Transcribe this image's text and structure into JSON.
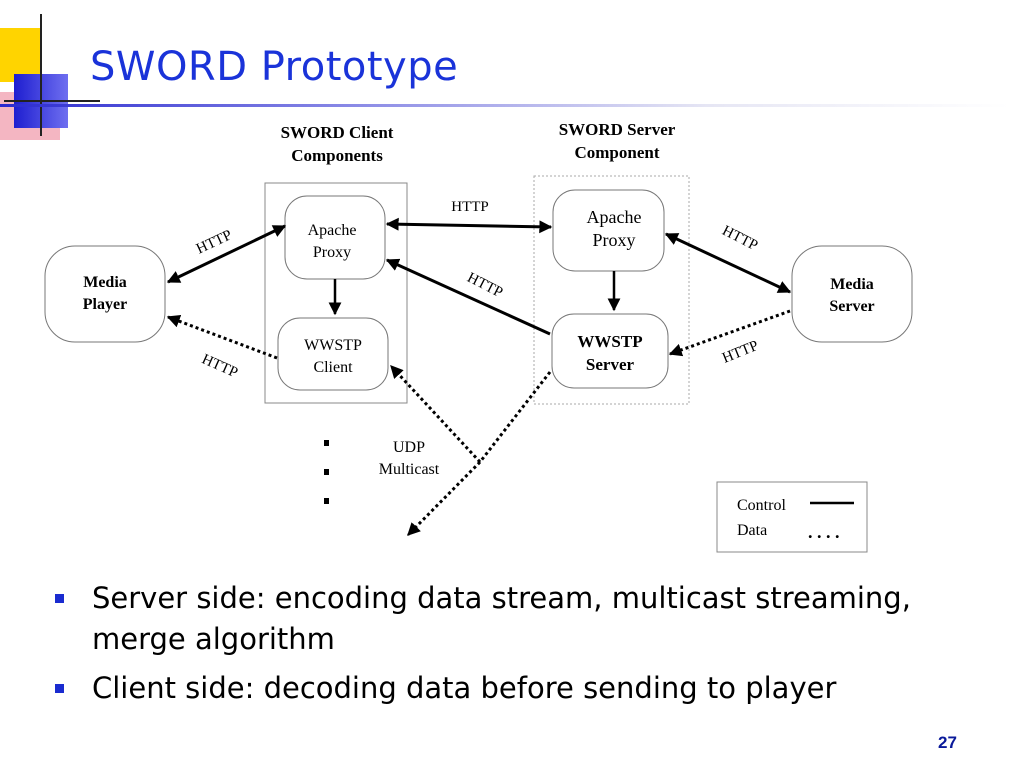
{
  "slide": {
    "title": "SWORD Prototype",
    "page_number": "27"
  },
  "diagram": {
    "client_group_label": [
      "SWORD Client",
      "Components"
    ],
    "server_group_label": [
      "SWORD Server",
      "Component"
    ],
    "nodes": {
      "media_player": [
        "Media",
        "Player"
      ],
      "apache_proxy_client": [
        "Apache",
        "Proxy"
      ],
      "wwstp_client": [
        "WWSTP",
        "Client"
      ],
      "apache_proxy_server": [
        "Apache",
        "Proxy"
      ],
      "wwstp_server": [
        "WWSTP",
        "Server"
      ],
      "media_server": [
        "Media",
        "Server"
      ]
    },
    "edge_labels": {
      "player_proxy": "HTTP",
      "player_wwstp": "HTTP",
      "proxy_proxy": "HTTP",
      "wwstp_server_proxy": "HTTP",
      "proxy_media_server": "HTTP",
      "media_server_wwstp": "HTTP",
      "multicast": [
        "UDP",
        "Multicast"
      ]
    },
    "legend": {
      "control": "Control",
      "data": "Data",
      "data_symbol": ". . . ."
    }
  },
  "bullets": [
    "Server side: encoding data stream, multicast streaming, merge algorithm",
    "Client side: decoding data before sending to player"
  ],
  "colors": {
    "title": "#1a33d9",
    "bullet": "#1a2bd0",
    "page_number": "#0a1a9a",
    "corner_yellow": "#ffd400",
    "corner_blue": "#2a2ad6",
    "corner_pink": "#f4b6c2"
  }
}
